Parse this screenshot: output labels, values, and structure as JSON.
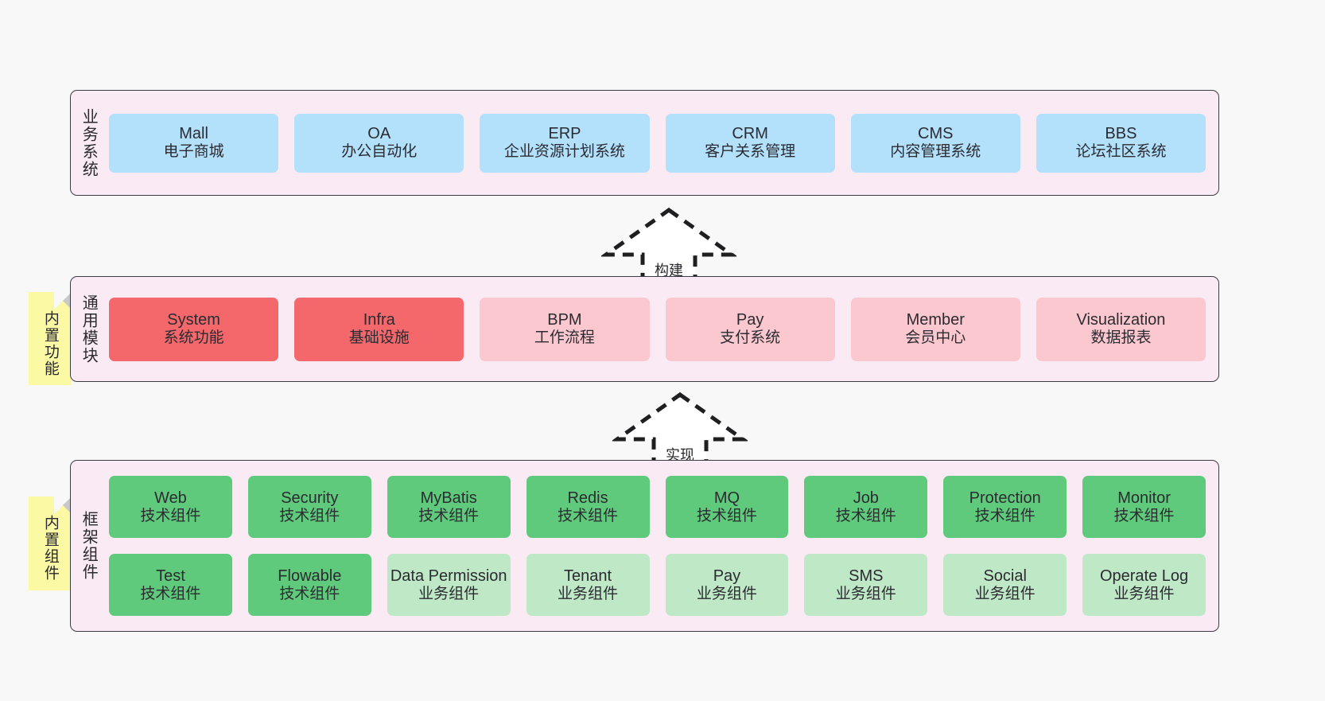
{
  "diagram": {
    "background": "#f8f8f8",
    "panel_fill": "#faeaf4",
    "panel_border": "#3c3c44"
  },
  "layers": [
    {
      "id": "business",
      "title": "业务系统",
      "rows": [
        {
          "cards": [
            {
              "name": "Mall",
              "sub": "电子商城",
              "color": "#b3e0fb"
            },
            {
              "name": "OA",
              "sub": "办公自动化",
              "color": "#b3e0fb"
            },
            {
              "name": "ERP",
              "sub": "企业资源计划系统",
              "color": "#b3e0fb"
            },
            {
              "name": "CRM",
              "sub": "客户关系管理",
              "color": "#b3e0fb"
            },
            {
              "name": "CMS",
              "sub": "内容管理系统",
              "color": "#b3e0fb"
            },
            {
              "name": "BBS",
              "sub": "论坛社区系统",
              "color": "#b3e0fb"
            }
          ]
        }
      ]
    },
    {
      "id": "modules",
      "title": "通用模块",
      "note": "内置功能",
      "rows": [
        {
          "cards": [
            {
              "name": "System",
              "sub": "系统功能",
              "color": "#f4686c"
            },
            {
              "name": "Infra",
              "sub": "基础设施",
              "color": "#f4686c"
            },
            {
              "name": "BPM",
              "sub": "工作流程",
              "color": "#fbc8cf"
            },
            {
              "name": "Pay",
              "sub": "支付系统",
              "color": "#fbc8cf"
            },
            {
              "name": "Member",
              "sub": "会员中心",
              "color": "#fbc8cf"
            },
            {
              "name": "Visualization",
              "sub": "数据报表",
              "color": "#fbc8cf"
            }
          ]
        }
      ]
    },
    {
      "id": "framework",
      "title": "框架组件",
      "note": "内置组件",
      "rows": [
        {
          "cards": [
            {
              "name": "Web",
              "sub": "技术组件",
              "color": "#5fca7c"
            },
            {
              "name": "Security",
              "sub": "技术组件",
              "color": "#5fca7c"
            },
            {
              "name": "MyBatis",
              "sub": "技术组件",
              "color": "#5fca7c"
            },
            {
              "name": "Redis",
              "sub": "技术组件",
              "color": "#5fca7c"
            },
            {
              "name": "MQ",
              "sub": "技术组件",
              "color": "#5fca7c"
            },
            {
              "name": "Job",
              "sub": "技术组件",
              "color": "#5fca7c"
            },
            {
              "name": "Protection",
              "sub": "技术组件",
              "color": "#5fca7c"
            },
            {
              "name": "Monitor",
              "sub": "技术组件",
              "color": "#5fca7c"
            }
          ]
        },
        {
          "cards": [
            {
              "name": "Test",
              "sub": "技术组件",
              "color": "#5fca7c"
            },
            {
              "name": "Flowable",
              "sub": "技术组件",
              "color": "#5fca7c"
            },
            {
              "name": "Data Permission",
              "sub": "业务组件",
              "color": "#bfe8c6"
            },
            {
              "name": "Tenant",
              "sub": "业务组件",
              "color": "#bfe8c6"
            },
            {
              "name": "Pay",
              "sub": "业务组件",
              "color": "#bfe8c6"
            },
            {
              "name": "SMS",
              "sub": "业务组件",
              "color": "#bfe8c6"
            },
            {
              "name": "Social",
              "sub": "业务组件",
              "color": "#bfe8c6"
            },
            {
              "name": "Operate Log",
              "sub": "业务组件",
              "color": "#bfe8c6"
            }
          ]
        }
      ]
    }
  ],
  "connectors": [
    {
      "id": "build",
      "label": "构建",
      "direction": "up",
      "style": "dashed-block-arrow"
    },
    {
      "id": "implement",
      "label": "实现",
      "direction": "up",
      "style": "dashed-block-arrow"
    }
  ]
}
